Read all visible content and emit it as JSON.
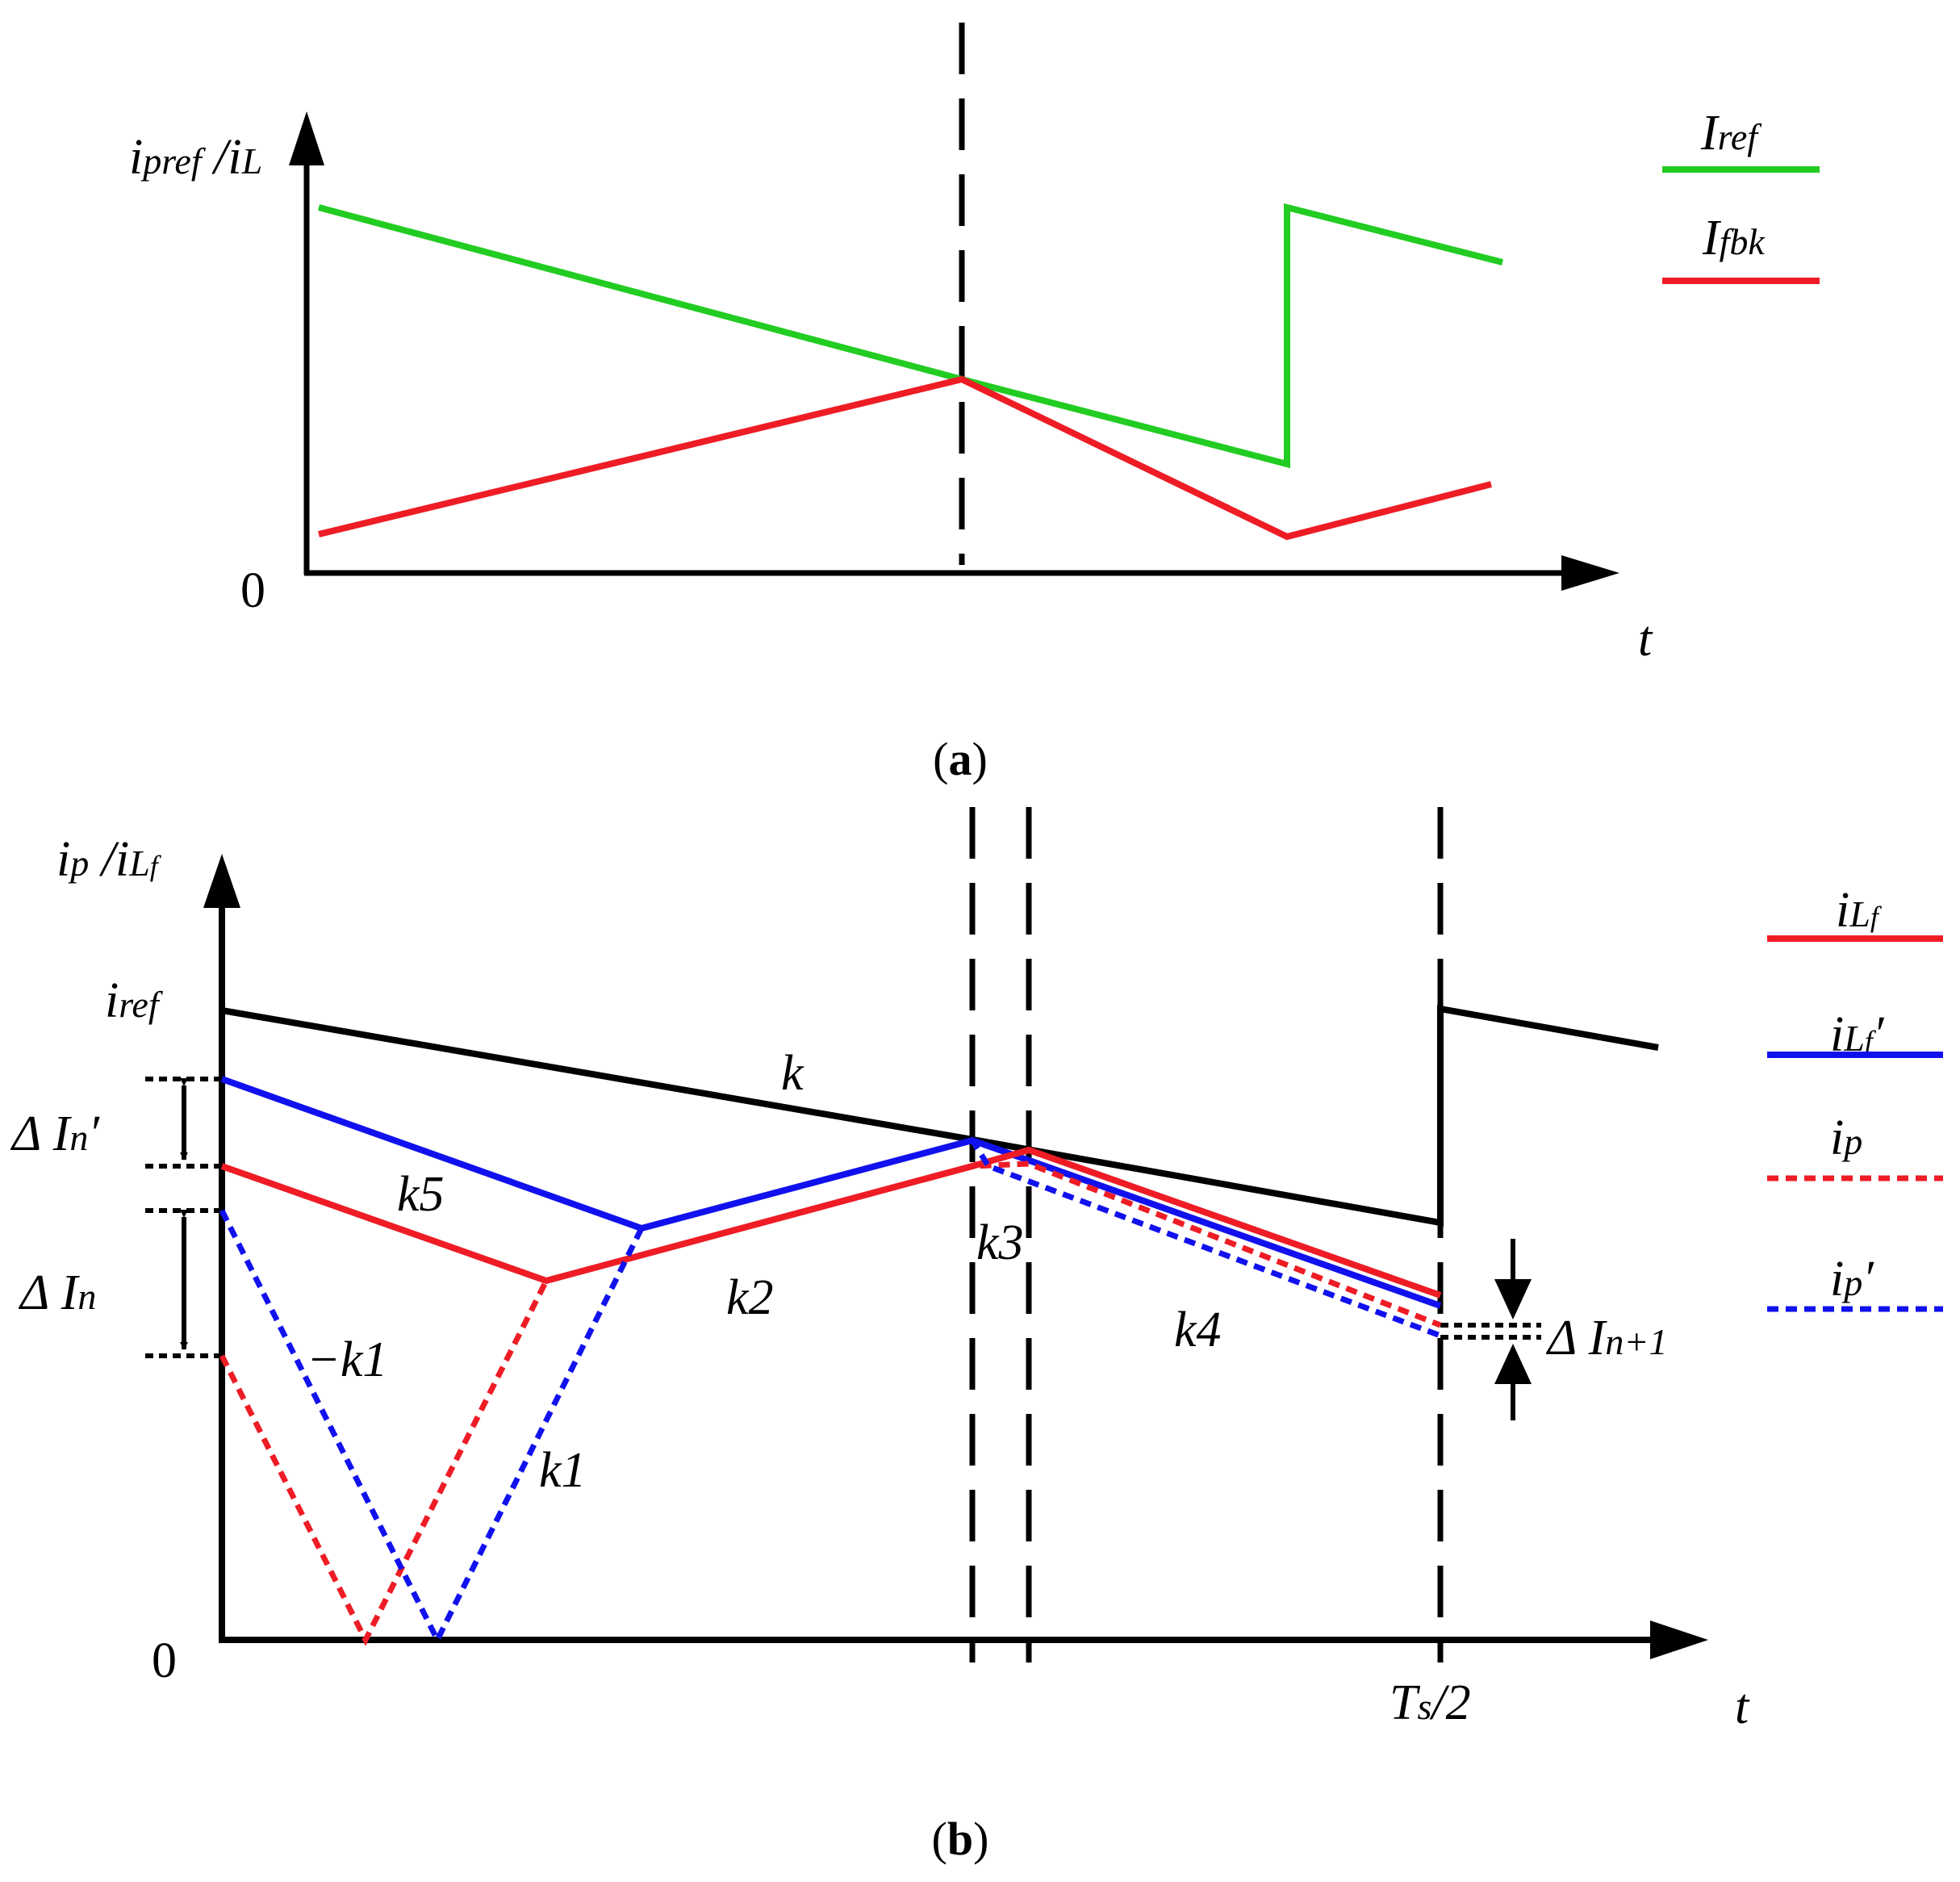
{
  "colors": {
    "green": "#22cc22",
    "red": "#ee1c25",
    "blue": "#1111ee",
    "black": "#000000"
  },
  "panel_a": {
    "caption": "a",
    "y_axis_label": {
      "main": "i",
      "sub1": "pref",
      "sep": " /",
      "main2": "i",
      "sub2": "L"
    },
    "origin_label": "0",
    "x_axis_label": "t",
    "legend": [
      {
        "main": "I",
        "sub": "ref",
        "color": "#22cc22"
      },
      {
        "main": "I",
        "sub": "fbk",
        "color": "#ee1c25"
      }
    ]
  },
  "panel_b": {
    "caption": "b",
    "y_axis_label": {
      "main": "i",
      "sub1": "p",
      "sep": " /",
      "main2": "i",
      "sub2": "L",
      "sub3": "f"
    },
    "origin_label": "0",
    "x_axis_label": "t",
    "ts_label": {
      "main": "T",
      "sub": "s",
      "rest": "/2"
    },
    "iref_label": {
      "main": "i",
      "sub": "ref"
    },
    "slope_labels": {
      "k": "k",
      "k5": "k5",
      "k2": "k2",
      "k3": "k3",
      "k4": "k4",
      "neg_k1": "−k1",
      "k1": "k1"
    },
    "delta_labels": {
      "dIn_prime": {
        "pre": "Δ I",
        "sub": "n",
        "post": "′"
      },
      "dIn": {
        "pre": "Δ I",
        "sub": "n"
      },
      "dIn1": {
        "pre": "Δ I",
        "sub": "n+1"
      }
    },
    "legend": [
      {
        "main": "i",
        "sub": "L",
        "sub2": "f",
        "prime": "",
        "color": "#ee1c25",
        "style": "solid"
      },
      {
        "main": "i",
        "sub": "L",
        "sub2": "f",
        "prime": "′",
        "color": "#1111ee",
        "style": "solid"
      },
      {
        "main": "i",
        "sub": "p",
        "prime": "",
        "color": "#ee1c25",
        "style": "dashed"
      },
      {
        "main": "i",
        "sub": "p",
        "prime": "′",
        "color": "#1111ee",
        "style": "dashed"
      }
    ]
  }
}
